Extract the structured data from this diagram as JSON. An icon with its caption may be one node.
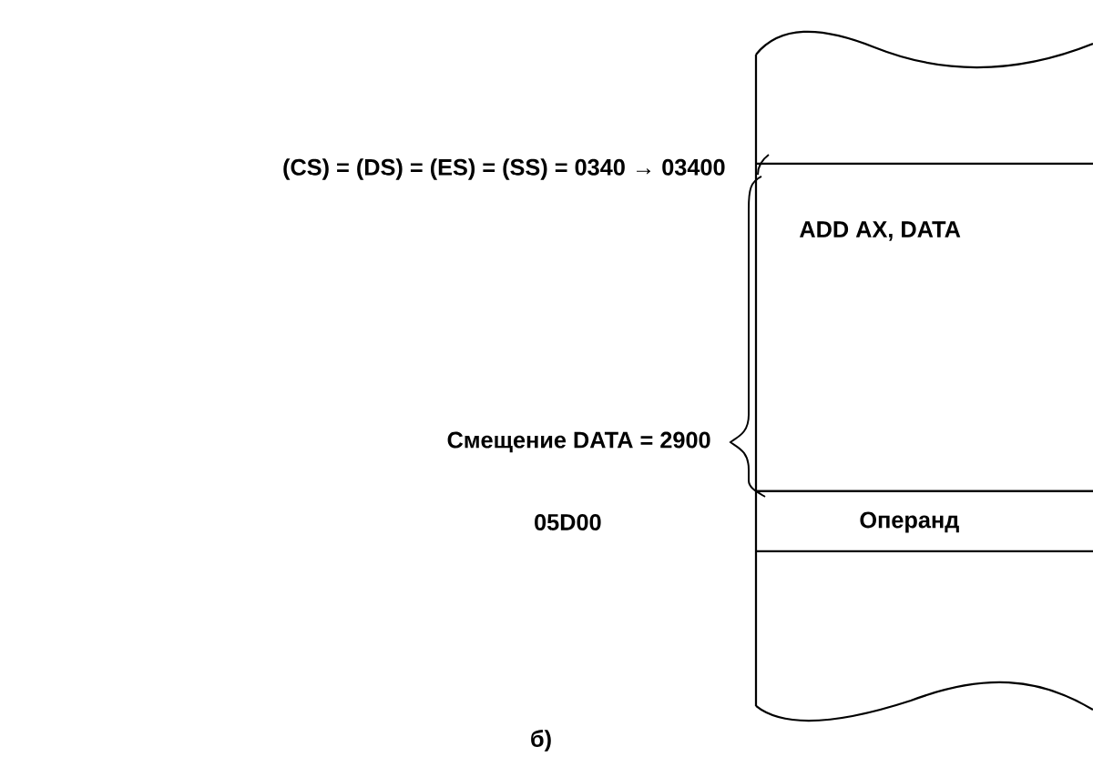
{
  "diagram": {
    "nodes": [
      {
        "text": [],
        "shape": "box"
      },
      {
        "text": [
          "ADD AX, DATA"
        ],
        "in": 0
      },
      {
        "text": [
          "Операнд"
        ],
        "in": 0
      }
    ],
    "labels": [
      "(CS) = (DS) = (ES) = (SS) = 0340 → 03400",
      "Смещение DATA = 2900",
      "05D00",
      "б)"
    ]
  }
}
